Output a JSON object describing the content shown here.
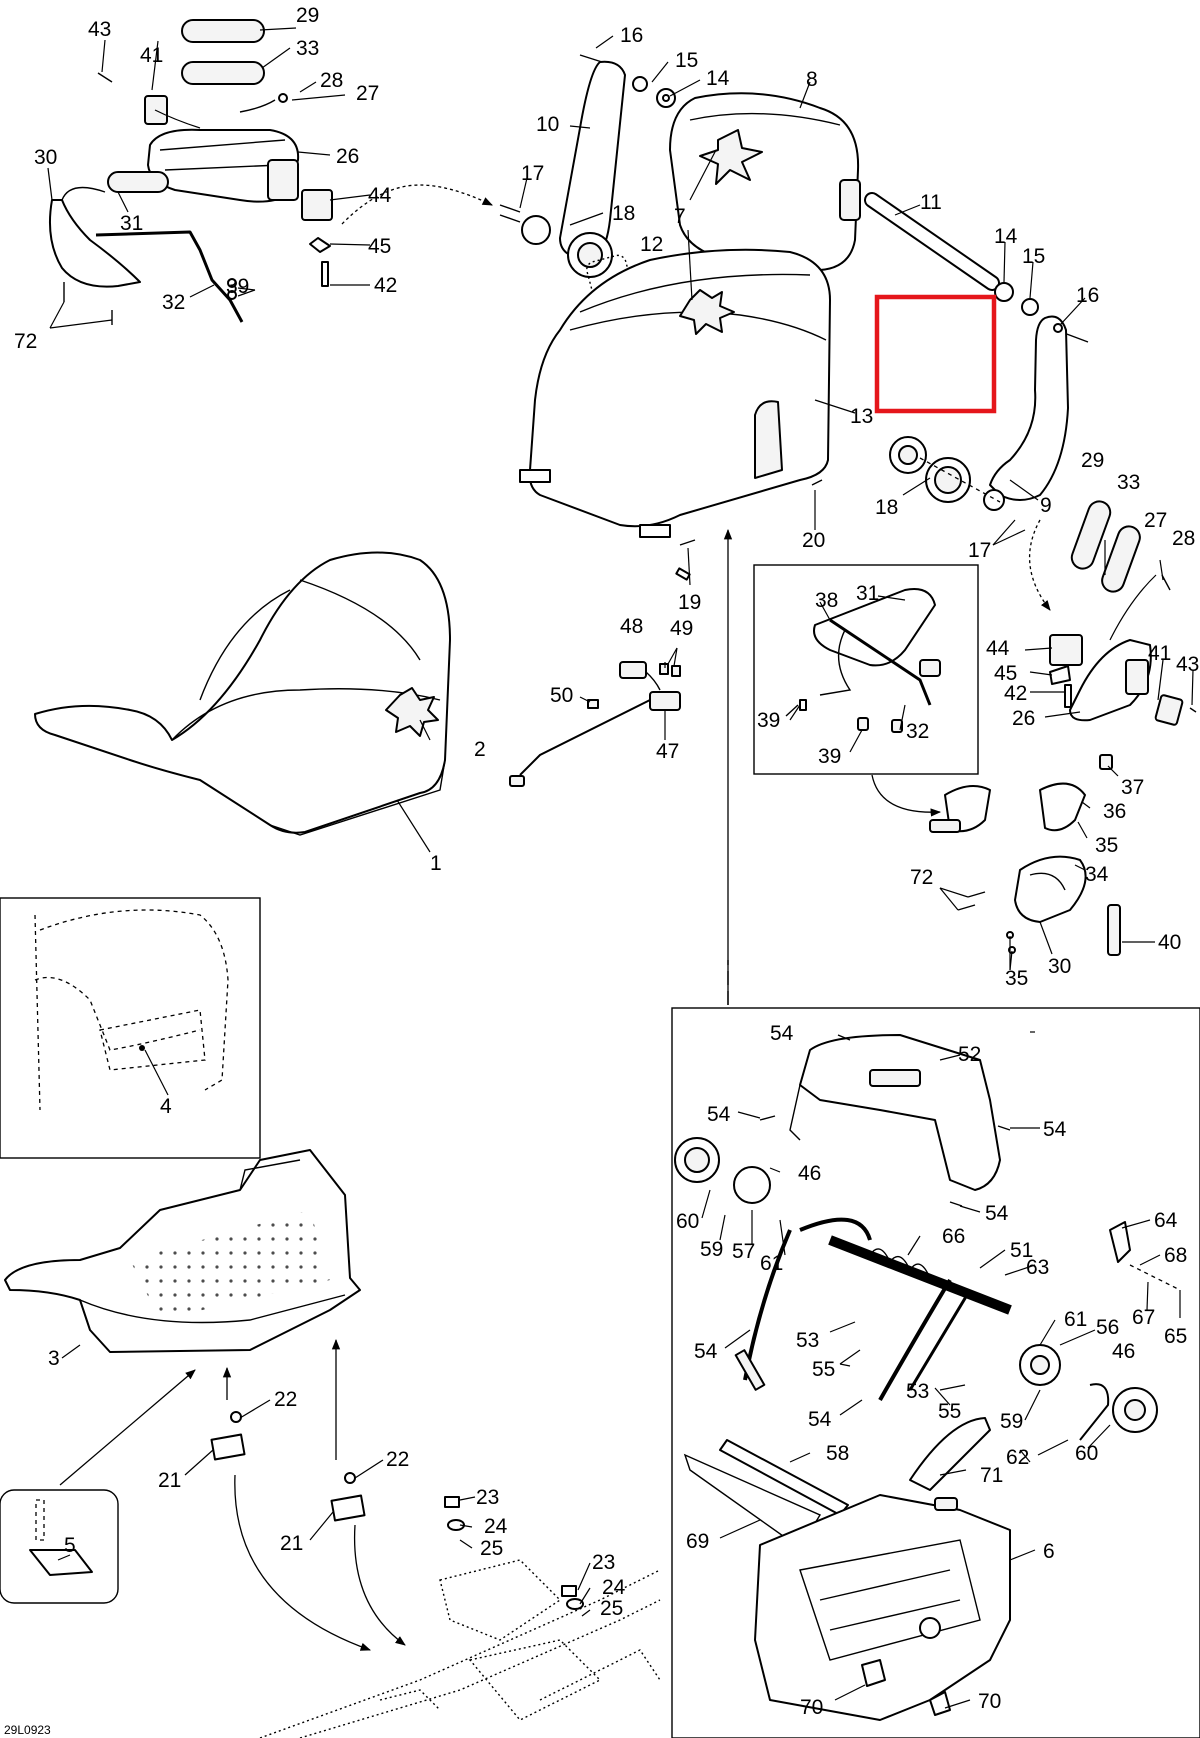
{
  "diagram": {
    "reference_code": "29L0923",
    "highlight_color": "#e5161b",
    "callouts": [
      {
        "id": "c1",
        "text": "1"
      },
      {
        "id": "c2",
        "text": "2"
      },
      {
        "id": "c3",
        "text": "3"
      },
      {
        "id": "c4",
        "text": "4"
      },
      {
        "id": "c5",
        "text": "5"
      },
      {
        "id": "c6",
        "text": "6"
      },
      {
        "id": "c7",
        "text": "7"
      },
      {
        "id": "c8",
        "text": "8"
      },
      {
        "id": "c9",
        "text": "9"
      },
      {
        "id": "c10",
        "text": "10"
      },
      {
        "id": "c11",
        "text": "11"
      },
      {
        "id": "c12",
        "text": "12"
      },
      {
        "id": "c13",
        "text": "13"
      },
      {
        "id": "c14a",
        "text": "14"
      },
      {
        "id": "c14b",
        "text": "14"
      },
      {
        "id": "c15a",
        "text": "15"
      },
      {
        "id": "c15b",
        "text": "15"
      },
      {
        "id": "c16a",
        "text": "16"
      },
      {
        "id": "c16b",
        "text": "16"
      },
      {
        "id": "c17a",
        "text": "17"
      },
      {
        "id": "c17b",
        "text": "17"
      },
      {
        "id": "c18a",
        "text": "18"
      },
      {
        "id": "c18b",
        "text": "18"
      },
      {
        "id": "c19",
        "text": "19"
      },
      {
        "id": "c20",
        "text": "20"
      },
      {
        "id": "c21a",
        "text": "21"
      },
      {
        "id": "c21b",
        "text": "21"
      },
      {
        "id": "c22a",
        "text": "22"
      },
      {
        "id": "c22b",
        "text": "22"
      },
      {
        "id": "c23a",
        "text": "23"
      },
      {
        "id": "c23b",
        "text": "23"
      },
      {
        "id": "c24a",
        "text": "24"
      },
      {
        "id": "c24b",
        "text": "24"
      },
      {
        "id": "c25a",
        "text": "25"
      },
      {
        "id": "c25b",
        "text": "25"
      },
      {
        "id": "c26a",
        "text": "26"
      },
      {
        "id": "c26b",
        "text": "26"
      },
      {
        "id": "c27a",
        "text": "27"
      },
      {
        "id": "c27b",
        "text": "27"
      },
      {
        "id": "c28a",
        "text": "28"
      },
      {
        "id": "c28b",
        "text": "28"
      },
      {
        "id": "c29a",
        "text": "29"
      },
      {
        "id": "c29b",
        "text": "29"
      },
      {
        "id": "c30a",
        "text": "30"
      },
      {
        "id": "c30b",
        "text": "30"
      },
      {
        "id": "c31a",
        "text": "31"
      },
      {
        "id": "c31b",
        "text": "31"
      },
      {
        "id": "c32a",
        "text": "32"
      },
      {
        "id": "c32b",
        "text": "32"
      },
      {
        "id": "c33a",
        "text": "33"
      },
      {
        "id": "c33b",
        "text": "33"
      },
      {
        "id": "c34",
        "text": "34"
      },
      {
        "id": "c35a",
        "text": "35"
      },
      {
        "id": "c35b",
        "text": "35"
      },
      {
        "id": "c36",
        "text": "36"
      },
      {
        "id": "c37",
        "text": "37"
      },
      {
        "id": "c38",
        "text": "38"
      },
      {
        "id": "c39a",
        "text": "39"
      },
      {
        "id": "c39b",
        "text": "39"
      },
      {
        "id": "c39c",
        "text": "39"
      },
      {
        "id": "c40",
        "text": "40"
      },
      {
        "id": "c41a",
        "text": "41"
      },
      {
        "id": "c41b",
        "text": "41"
      },
      {
        "id": "c42a",
        "text": "42"
      },
      {
        "id": "c42b",
        "text": "42"
      },
      {
        "id": "c43a",
        "text": "43"
      },
      {
        "id": "c43b",
        "text": "43"
      },
      {
        "id": "c44a",
        "text": "44"
      },
      {
        "id": "c44b",
        "text": "44"
      },
      {
        "id": "c45a",
        "text": "45"
      },
      {
        "id": "c45b",
        "text": "45"
      },
      {
        "id": "c46a",
        "text": "46"
      },
      {
        "id": "c46b",
        "text": "46"
      },
      {
        "id": "c47",
        "text": "47"
      },
      {
        "id": "c48",
        "text": "48"
      },
      {
        "id": "c49",
        "text": "49"
      },
      {
        "id": "c50",
        "text": "50"
      },
      {
        "id": "c51",
        "text": "51"
      },
      {
        "id": "c52",
        "text": "52"
      },
      {
        "id": "c53a",
        "text": "53"
      },
      {
        "id": "c53b",
        "text": "53"
      },
      {
        "id": "c54a",
        "text": "54"
      },
      {
        "id": "c54b",
        "text": "54"
      },
      {
        "id": "c54c",
        "text": "54"
      },
      {
        "id": "c54d",
        "text": "54"
      },
      {
        "id": "c54e",
        "text": "54"
      },
      {
        "id": "c54f",
        "text": "54"
      },
      {
        "id": "c55a",
        "text": "55"
      },
      {
        "id": "c55b",
        "text": "55"
      },
      {
        "id": "c56",
        "text": "56"
      },
      {
        "id": "c57",
        "text": "57"
      },
      {
        "id": "c58",
        "text": "58"
      },
      {
        "id": "c59a",
        "text": "59"
      },
      {
        "id": "c59b",
        "text": "59"
      },
      {
        "id": "c60a",
        "text": "60"
      },
      {
        "id": "c60b",
        "text": "60"
      },
      {
        "id": "c61a",
        "text": "61"
      },
      {
        "id": "c61b",
        "text": "61"
      },
      {
        "id": "c62",
        "text": "62"
      },
      {
        "id": "c63",
        "text": "63"
      },
      {
        "id": "c64",
        "text": "64"
      },
      {
        "id": "c65",
        "text": "65"
      },
      {
        "id": "c66",
        "text": "66"
      },
      {
        "id": "c67",
        "text": "67"
      },
      {
        "id": "c68",
        "text": "68"
      },
      {
        "id": "c69",
        "text": "69"
      },
      {
        "id": "c70a",
        "text": "70"
      },
      {
        "id": "c70b",
        "text": "70"
      },
      {
        "id": "c71",
        "text": "71"
      },
      {
        "id": "c72a",
        "text": "72"
      },
      {
        "id": "c72b",
        "text": "72"
      }
    ]
  }
}
